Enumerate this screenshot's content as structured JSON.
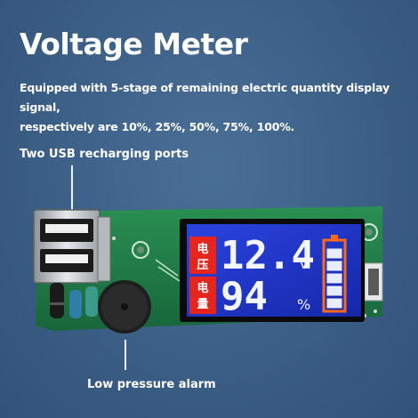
{
  "heading": {
    "title": "Voltage Meter",
    "description_line1": "Equipped with 5-stage of remaining electric quantity display signal,",
    "description_line2": "respectively are 10%, 25%, 50%, 75%, 100%."
  },
  "callouts": {
    "usb_ports": "Two USB recharging ports",
    "alarm": "Low pressure alarm"
  },
  "lcd": {
    "voltage_label": "电压",
    "voltage_value": "12.4",
    "voltage_unit": "V",
    "quantity_label": "电量",
    "quantity_value": "94",
    "quantity_unit": "%",
    "battery_level_fraction": 0.94
  },
  "colors": {
    "pcb": "#1f7a43",
    "lcd_blue": "#1f36c8",
    "digit_white": "#f4f6ff",
    "label_red": "#e8251c",
    "battery_orange": "#ff6a1a"
  }
}
